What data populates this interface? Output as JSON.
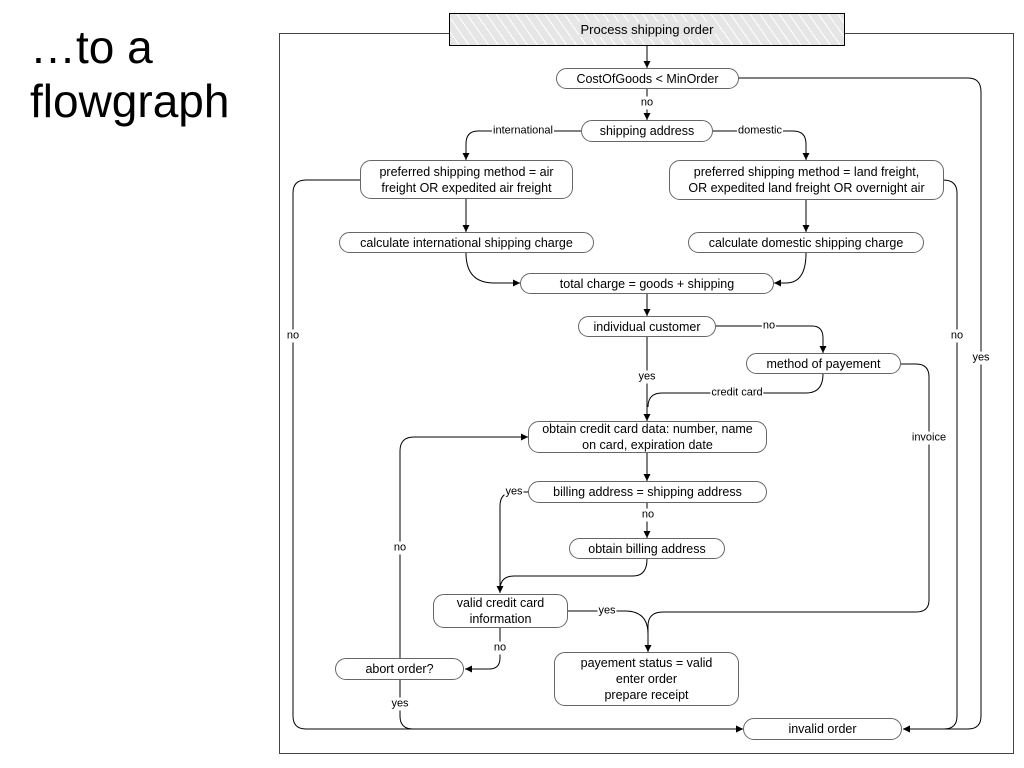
{
  "slide": {
    "title": "…to a flowgraph"
  },
  "diagram": {
    "title": "Process shipping order",
    "nodes": {
      "cost_check": "CostOfGoods < MinOrder",
      "shipping_address": "shipping address",
      "intl_method": "preferred shipping method  =  air\nfreight OR expedited air freight",
      "dom_method": "preferred shipping method = land freight,\nOR expedited land freight OR overnight air",
      "calc_intl": "calculate international shipping charge",
      "calc_dom": "calculate domestic shipping charge",
      "total_charge": "total charge = goods + shipping",
      "individual_customer": "individual customer",
      "method_payment": "method of payement",
      "obtain_cc": "obtain credit card data: number, name\non card, expiration date",
      "billing_equals": "billing address = shipping address",
      "obtain_billing": "obtain billing address",
      "valid_cc": "valid credit card\ninformation",
      "abort_order": "abort order?",
      "payment_valid": "payement status = valid\nenter order\nprepare receipt",
      "invalid_order": "invalid order"
    },
    "edge_labels": {
      "cost_no": "no",
      "cost_yes": "yes",
      "international": "international",
      "domestic": "domestic",
      "intl_no": "no",
      "dom_no": "no",
      "customer_no": "no",
      "customer_yes": "yes",
      "credit_card": "credit card",
      "invoice": "invoice",
      "billing_yes": "yes",
      "billing_no": "no",
      "valid_yes": "yes",
      "valid_no": "no",
      "abort_no": "no",
      "abort_yes": "yes"
    }
  }
}
